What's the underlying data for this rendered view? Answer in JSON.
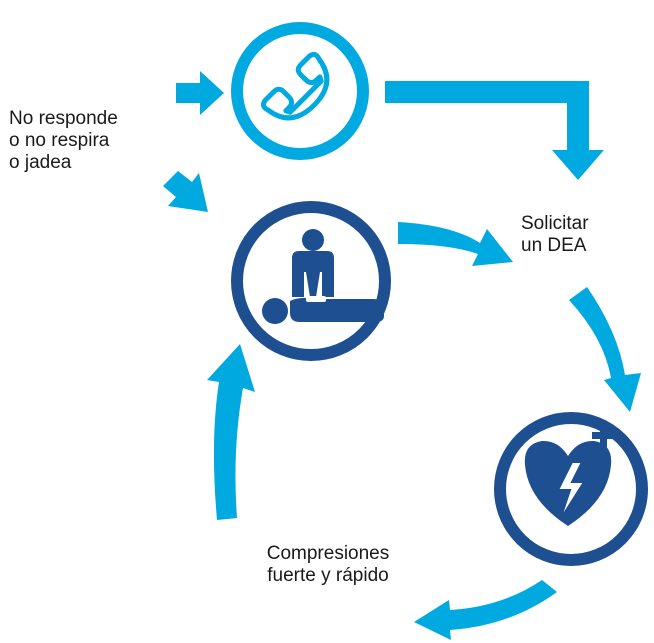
{
  "colors": {
    "light_blue": "#00a9e0",
    "dark_blue": "#1d4f91",
    "text": "#1a1a1a"
  },
  "icons": {
    "phone": "phone-icon",
    "cpr": "cpr-icon",
    "aed": "aed-heart-icon"
  },
  "labels": {
    "trigger": [
      "No responde",
      "o no respira",
      "o jadea"
    ],
    "aed": [
      "Solicitar",
      "un DEA"
    ],
    "compressions": [
      "Compresiones",
      "fuerte y rápido"
    ]
  }
}
